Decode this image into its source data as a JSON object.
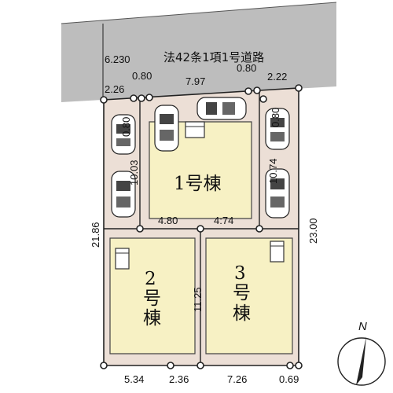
{
  "road_label": "法42条1項1号道路",
  "road_width": "6.230",
  "building_labels": {
    "b1": "1号棟",
    "b2_num": "2",
    "b2_char1": "号",
    "b2_char2": "棟",
    "b3_num": "3",
    "b3_char1": "号",
    "b3_char2": "棟"
  },
  "dimensions": {
    "top_left_a": "2.26",
    "top_left_b": "0.80",
    "top_center": "7.97",
    "top_right_a": "0.80",
    "top_right_b": "2.22",
    "left_slot_0_80": "0.80",
    "left_slot_10_03": "10.03",
    "right_slot_0_80": "0.80",
    "right_slot_10_74": "10.74",
    "lot1_bottom_left": "4.80",
    "lot1_bottom_right": "4:74",
    "left_side": "21.86",
    "right_side": "23.00",
    "lot_divider": "11.25",
    "bottom_a": "5.34",
    "bottom_b": "2.36",
    "bottom_c": "7.26",
    "bottom_d": "0.69"
  },
  "north_label": "N",
  "colors": {
    "road": "#bdbdbd",
    "parking": "#ecdfd6",
    "lot": "#f7f1c4",
    "outline": "#222222"
  }
}
